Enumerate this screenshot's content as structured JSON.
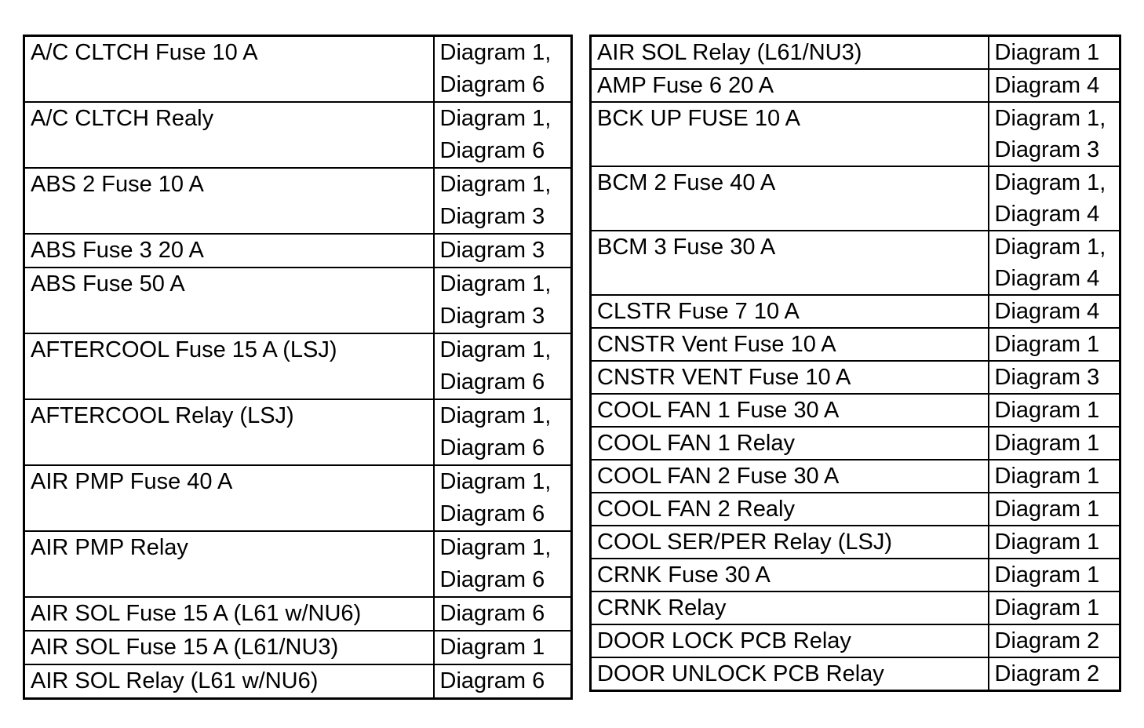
{
  "page": {
    "description": "Fuse and relay to wiring-diagram index table, scanned document page",
    "background_color": "#ffffff",
    "border_color": "#000000",
    "text_color": "#000000"
  },
  "tables": [
    {
      "name": "left",
      "columns": [
        "device",
        "diagram_refs"
      ],
      "rows": [
        {
          "name": "A/C CLTCH Fuse 10 A",
          "diagrams": [
            "Diagram 1,",
            "Diagram 6"
          ]
        },
        {
          "name": "A/C CLTCH Realy",
          "diagrams": [
            "Diagram 1,",
            "Diagram 6"
          ]
        },
        {
          "name": "ABS 2 Fuse 10 A",
          "diagrams": [
            "Diagram 1,",
            "Diagram 3"
          ]
        },
        {
          "name": "ABS Fuse 3 20 A",
          "diagrams": [
            "Diagram 3"
          ]
        },
        {
          "name": "ABS Fuse 50 A",
          "diagrams": [
            "Diagram 1,",
            "Diagram 3"
          ]
        },
        {
          "name": "AFTERCOOL Fuse 15 A (LSJ)",
          "diagrams": [
            "Diagram 1,",
            "Diagram 6"
          ]
        },
        {
          "name": "AFTERCOOL Relay (LSJ)",
          "diagrams": [
            "Diagram 1,",
            "Diagram 6"
          ]
        },
        {
          "name": "AIR PMP Fuse 40 A",
          "diagrams": [
            "Diagram 1,",
            "Diagram 6"
          ]
        },
        {
          "name": "AIR PMP Relay",
          "diagrams": [
            "Diagram 1,",
            "Diagram 6"
          ]
        },
        {
          "name": "AIR SOL Fuse 15 A (L61 w/NU6)",
          "diagrams": [
            "Diagram 6"
          ]
        },
        {
          "name": "AIR SOL Fuse 15 A (L61/NU3)",
          "diagrams": [
            "Diagram 1"
          ]
        },
        {
          "name": "AIR SOL Relay (L61 w/NU6)",
          "diagrams": [
            "Diagram 6"
          ]
        }
      ]
    },
    {
      "name": "right",
      "columns": [
        "device",
        "diagram_refs"
      ],
      "rows": [
        {
          "name": "AIR SOL Relay (L61/NU3)",
          "diagrams": [
            "Diagram 1"
          ]
        },
        {
          "name": "AMP Fuse 6 20 A",
          "diagrams": [
            "Diagram 4"
          ]
        },
        {
          "name": "BCK UP FUSE 10 A",
          "diagrams": [
            "Diagram 1,",
            "Diagram 3"
          ]
        },
        {
          "name": "BCM 2 Fuse 40 A",
          "diagrams": [
            "Diagram 1,",
            "Diagram 4"
          ]
        },
        {
          "name": "BCM 3 Fuse 30 A",
          "diagrams": [
            "Diagram 1,",
            "Diagram 4"
          ]
        },
        {
          "name": "CLSTR Fuse 7 10 A",
          "diagrams": [
            "Diagram 4"
          ]
        },
        {
          "name": "CNSTR Vent Fuse 10 A",
          "diagrams": [
            "Diagram 1"
          ]
        },
        {
          "name": "CNSTR VENT Fuse 10 A",
          "diagrams": [
            "Diagram 3"
          ]
        },
        {
          "name": "COOL FAN 1 Fuse 30 A",
          "diagrams": [
            "Diagram 1"
          ]
        },
        {
          "name": "COOL FAN 1 Relay",
          "diagrams": [
            "Diagram 1"
          ]
        },
        {
          "name": "COOL FAN 2 Fuse 30 A",
          "diagrams": [
            "Diagram 1"
          ]
        },
        {
          "name": "COOL FAN 2 Realy",
          "diagrams": [
            "Diagram 1"
          ]
        },
        {
          "name": "COOL SER/PER Relay (LSJ)",
          "diagrams": [
            "Diagram 1"
          ]
        },
        {
          "name": "CRNK Fuse 30 A",
          "diagrams": [
            "Diagram 1"
          ]
        },
        {
          "name": "CRNK Relay",
          "diagrams": [
            "Diagram 1"
          ]
        },
        {
          "name": "DOOR LOCK PCB Relay",
          "diagrams": [
            "Diagram 2"
          ]
        },
        {
          "name": "DOOR UNLOCK PCB Relay",
          "diagrams": [
            "Diagram 2"
          ]
        }
      ]
    }
  ]
}
